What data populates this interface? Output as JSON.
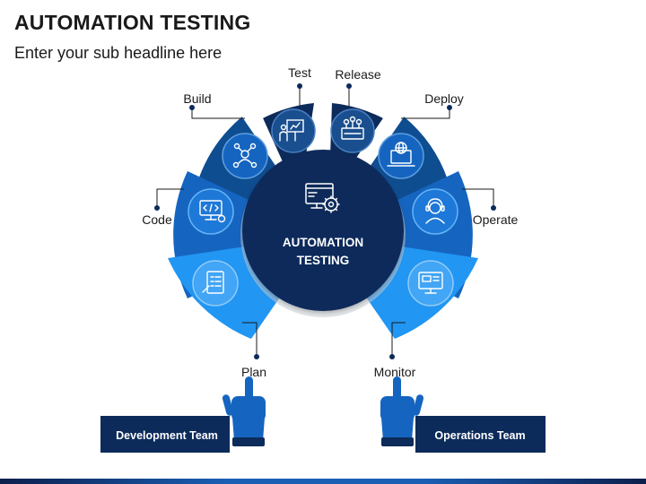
{
  "title": "AUTOMATION TESTING",
  "subtitle": "Enter your sub headline here",
  "center": {
    "line1": "AUTOMATION",
    "line2": "TESTING"
  },
  "stages": {
    "plan": "Plan",
    "code": "Code",
    "build": "Build",
    "test": "Test",
    "release": "Release",
    "deploy": "Deploy",
    "operate": "Operate",
    "monitor": "Monitor"
  },
  "teams": {
    "left": "Development Team",
    "right": "Operations Team"
  },
  "colors": {
    "navy": "#0c2b5a",
    "dark_blue": "#0f4d91",
    "mid_blue": "#1565c0",
    "light_blue": "#2196f3",
    "pale_blue": "#42a5f5"
  },
  "icons": [
    "checklist-icon",
    "code-monitor-icon",
    "network-person-icon",
    "presenter-icon",
    "presentation-board-icon",
    "laptop-globe-icon",
    "headset-icon",
    "monitor-chart-icon",
    "gear-monitor-icon",
    "pointing-hand-icon"
  ]
}
